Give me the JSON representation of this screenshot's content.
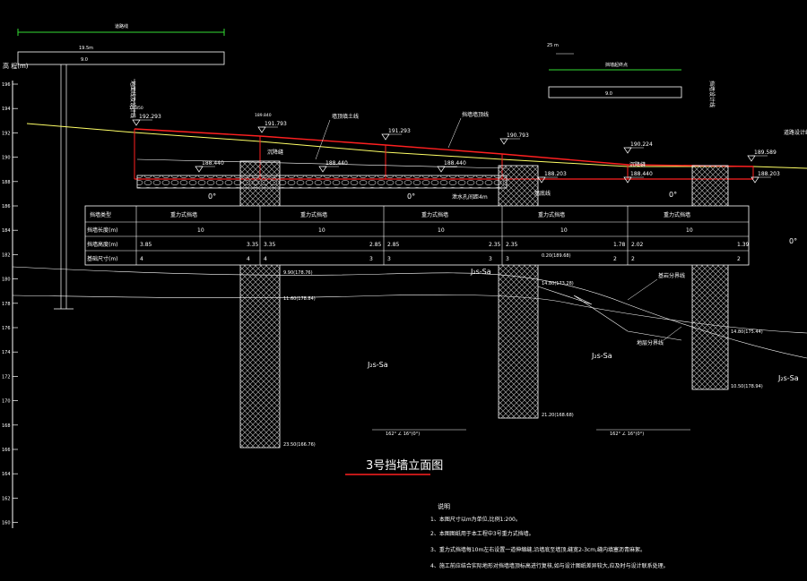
{
  "drawing": {
    "title": "3号挡墙立面图",
    "elevation_axis_label": "高 程(m)",
    "elevation_ticks": [
      "196",
      "194",
      "192",
      "190",
      "188",
      "186",
      "184",
      "182",
      "180",
      "178",
      "176",
      "174",
      "172",
      "170",
      "168",
      "166",
      "164",
      "162",
      "160"
    ]
  },
  "top_bar": {
    "label": "道路线",
    "dim1": "19.5m",
    "dim2": "9.0"
  },
  "right_bar": {
    "label": "挡墙起终点",
    "dim": "9.0",
    "scale": "25 m"
  },
  "left_vertical_label": "地面线及设计线",
  "right_vertical_label": "挡墙设计线",
  "elevations": [
    {
      "value": "192.293",
      "note": "19.850"
    },
    {
      "value": "191.793",
      "note": "189.840"
    },
    {
      "value": "191.293"
    },
    {
      "value": "190.793"
    },
    {
      "value": "190.224"
    },
    {
      "value": "189.589"
    },
    {
      "value": "188.440"
    },
    {
      "value": "188.440"
    },
    {
      "value": "188.440"
    },
    {
      "value": "188.440"
    },
    {
      "value": "188.203"
    },
    {
      "value": "188.203"
    }
  ],
  "callouts": {
    "top_of_wall": "墙顶填土线",
    "wall_top_line": "挡墙墙顶线",
    "settlement_joint1": "沉降缝",
    "settlement_joint2": "沉降缝",
    "drain_pipe": "泄水孔间距4m",
    "wall_bottom": "墙底线",
    "design_line": "道路设计线",
    "rock_line": "基岩分界线",
    "strata_line": "地层分界线"
  },
  "table": {
    "headers": [
      "挡墙类型",
      "重力式挡墙",
      "重力式挡墙",
      "重力式挡墙",
      "重力式挡墙",
      "重力式挡墙"
    ],
    "rows": [
      {
        "label": "挡墙长度(m)",
        "cells": [
          "10",
          "10",
          "10",
          "10",
          "10"
        ]
      },
      {
        "label": "挡墙高度(m)",
        "cells": [
          "3.85",
          "3.35",
          "3.35",
          "2.85",
          "2.85",
          "2.35",
          "2.35",
          "1.78",
          "2.02",
          "1.39"
        ]
      },
      {
        "label": "基础尺寸(m)",
        "cells": [
          "4",
          "4",
          "4",
          "3",
          "3",
          "3",
          "3",
          "2",
          "2",
          "2"
        ]
      }
    ]
  },
  "strata": {
    "label1": "J₂s-Sa",
    "label2": "J₂s-Sa",
    "label3": "J₂s-Sa",
    "label4": "J₂s-Sa",
    "dip1": "0°",
    "dip2": "0°",
    "dip3": "0°",
    "dip4": "0°"
  },
  "pile_notes": [
    "9.90(178.76)",
    "11.60(178.84)",
    "23.50(166.76)",
    "0.20(189.68)",
    "14.80(173.28)",
    "21.20(168.68)",
    "14.80(175.44)",
    "10.50(178.94)"
  ],
  "footnotes_bottom": [
    "162°  ∠ 16°(0°)",
    "162°  ∠ 16°(0°)"
  ],
  "notes": {
    "heading": "说明",
    "items": [
      "1、本图尺寸以m为单位,比例1:200。",
      "2、本图图纸用于本工程中3号重力式挡墙。",
      "3、重力式挡墙每10m左右设置一道伸缩缝,沿墙底至墙顶,缝宽2-3cm,缝内填塞沥青麻絮。",
      "4、施工前应结合实际地形对挡墙墙顶标高进行复核,如与设计图纸差异较大,应及时与设计联系处理。"
    ]
  },
  "colors": {
    "ground": "#ffff66",
    "design": "#ff0000",
    "frame": "#ffffff",
    "green": "#33dd33",
    "pile": "#ffffff"
  }
}
